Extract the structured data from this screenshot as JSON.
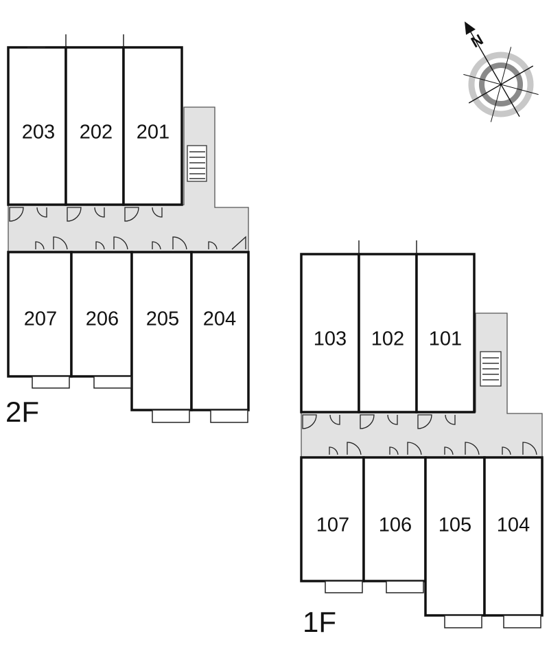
{
  "floors": [
    {
      "label": "2F",
      "rooms_top": [
        "203",
        "202",
        "201"
      ],
      "rooms_bottom": [
        "207",
        "206",
        "205",
        "204"
      ]
    },
    {
      "label": "1F",
      "rooms_top": [
        "103",
        "102",
        "101"
      ],
      "rooms_bottom": [
        "107",
        "106",
        "105",
        "104"
      ]
    }
  ],
  "compass": {
    "north_label": "N",
    "icon": "compass-rose-icon",
    "ring_colors": [
      "#8a8a8a",
      "#c8c8c8"
    ]
  },
  "colors": {
    "corridor": "#e2e2e2",
    "wall": "#111111"
  }
}
